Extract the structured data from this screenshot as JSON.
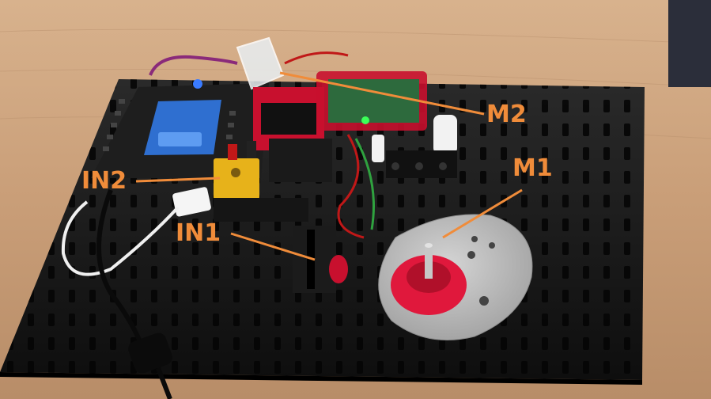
{
  "photo": {
    "subject": "photo",
    "colors": {
      "table_wood": "#caa27e",
      "baseplate": "#1a1a1a",
      "controller_body": "#222222",
      "controller_screen": "#2f6fd0",
      "servo_red": "#c8102e",
      "cam_disk": "#bdbdbd",
      "hub_red": "#e0183c",
      "yellow_block": "#e7b21a",
      "green_led": "#3bff58",
      "callout_color": "#f08c3a"
    }
  },
  "callouts": {
    "m2": "M2",
    "m1": "M1",
    "in2": "IN2",
    "in1": "IN1"
  }
}
